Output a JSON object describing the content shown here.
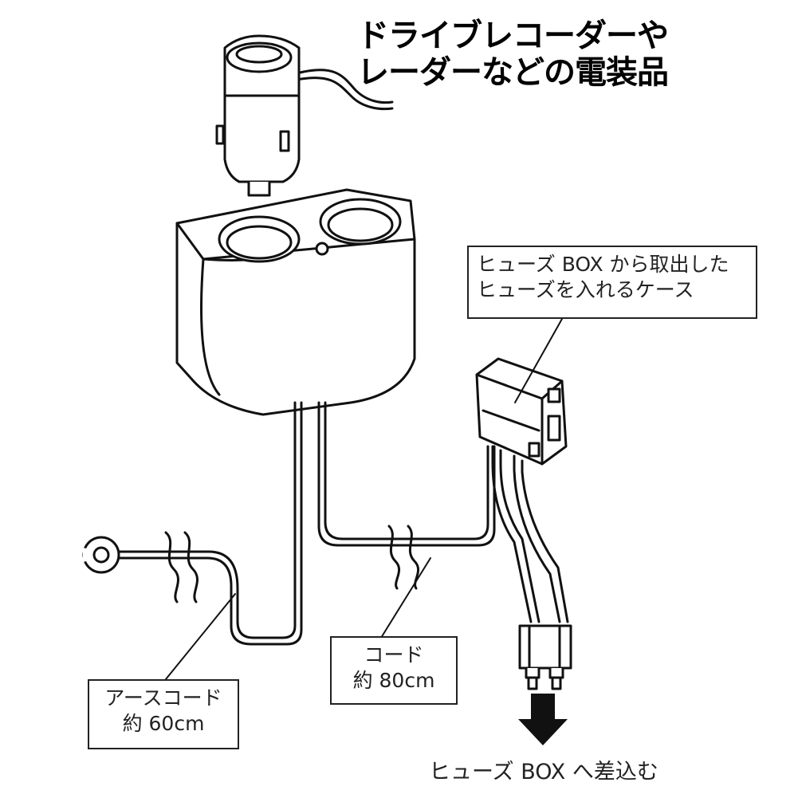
{
  "title": {
    "line1": "ドライブレコーダーや",
    "line2": "レーダーなどの電装品"
  },
  "callouts": {
    "fuse_case": {
      "line1": "ヒューズ BOX から取出した",
      "line2": "ヒューズを入れるケース"
    },
    "cord": {
      "line1": "コード",
      "line2": "約 80cm"
    },
    "earth_cord": {
      "line1": "アースコード",
      "line2": "約 60cm"
    },
    "fuse_box_insert": "ヒューズ BOX へ差込む"
  },
  "colors": {
    "line": "#111111",
    "fill": "#ffffff",
    "shade": "#dddddd"
  }
}
